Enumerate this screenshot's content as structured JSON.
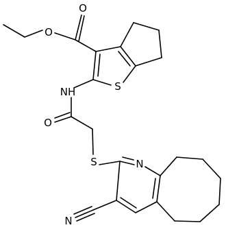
{
  "molecule": {
    "atoms": {
      "ester_o_single": "O",
      "carbonyl_o_ester": "O",
      "thiophene_s": "S",
      "amide_nh": "NH",
      "amide_o": "O",
      "thioether_s": "S",
      "pyridine_n": "N",
      "nitrile_n": "N"
    }
  }
}
